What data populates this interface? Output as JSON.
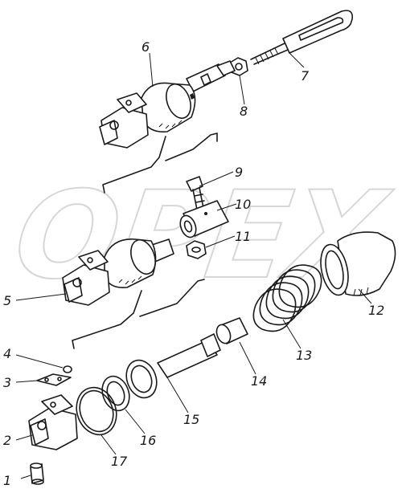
{
  "watermark": "OPEX",
  "callouts": [
    {
      "id": "1",
      "text": "1"
    },
    {
      "id": "2",
      "text": "2"
    },
    {
      "id": "3",
      "text": "3"
    },
    {
      "id": "4",
      "text": "4"
    },
    {
      "id": "5",
      "text": "5"
    },
    {
      "id": "6",
      "text": "6"
    },
    {
      "id": "7",
      "text": "7"
    },
    {
      "id": "8",
      "text": "8"
    },
    {
      "id": "9",
      "text": "9"
    },
    {
      "id": "10",
      "text": "10"
    },
    {
      "id": "11",
      "text": "11"
    },
    {
      "id": "12",
      "text": "12"
    },
    {
      "id": "13",
      "text": "13"
    },
    {
      "id": "14",
      "text": "14"
    },
    {
      "id": "15",
      "text": "15"
    },
    {
      "id": "16",
      "text": "16"
    },
    {
      "id": "17",
      "text": "17"
    }
  ]
}
